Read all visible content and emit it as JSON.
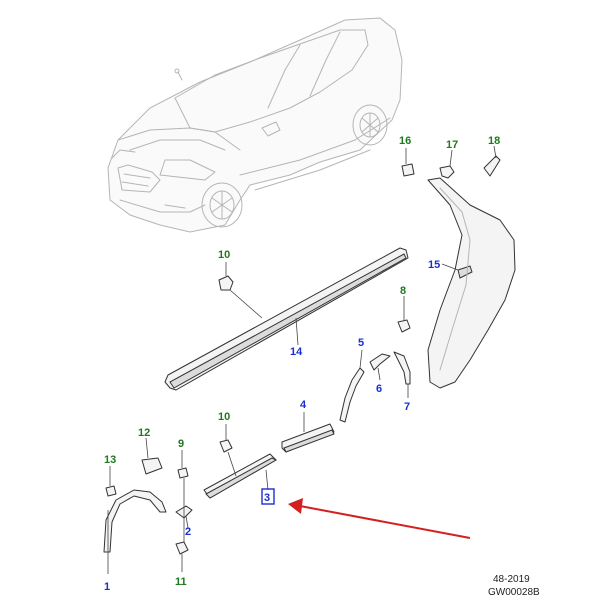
{
  "colors": {
    "blue_label": "#1a2fd1",
    "green_label": "#1e7a1e",
    "arrow": "#d42020",
    "highlight_box": "#1a2fd1"
  },
  "labels": {
    "p1": "1",
    "p2": "2",
    "p3": "3",
    "p4": "4",
    "p5": "5",
    "p6": "6",
    "p7": "7",
    "p8": "8",
    "p9": "9",
    "p10a": "10",
    "p10b": "10",
    "p11": "11",
    "p12": "12",
    "p13": "13",
    "p14": "14",
    "p15": "15",
    "p16": "16",
    "p17": "17",
    "p18": "18"
  },
  "caption": {
    "line1": "48-2019",
    "line2": "GW00028B"
  }
}
